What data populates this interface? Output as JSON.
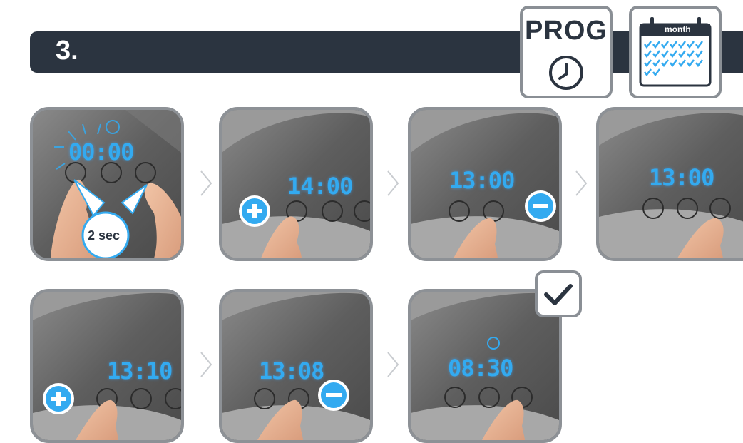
{
  "step": {
    "number": "3."
  },
  "prog_badge": {
    "label": "PROG",
    "icon": "clock-icon"
  },
  "calendar_badge": {
    "label": "month",
    "icon": "calendar-check-icon"
  },
  "panels": [
    {
      "display": "00:00",
      "hint": "2 sec",
      "action": "hold-two-buttons"
    },
    {
      "display": "14:00",
      "action": "plus"
    },
    {
      "display": "13:00",
      "action": "minus"
    },
    {
      "display": "13:00",
      "action": "press-clock"
    },
    {
      "display": "13:10",
      "action": "plus"
    },
    {
      "display": "13:08",
      "action": "minus"
    },
    {
      "display": "08:30",
      "action": "press-clock-confirm"
    }
  ],
  "confirm_icon": "checkmark-icon",
  "colors": {
    "banner": "#2b3440",
    "accent": "#33aaf0",
    "frame": "#8d9196"
  }
}
